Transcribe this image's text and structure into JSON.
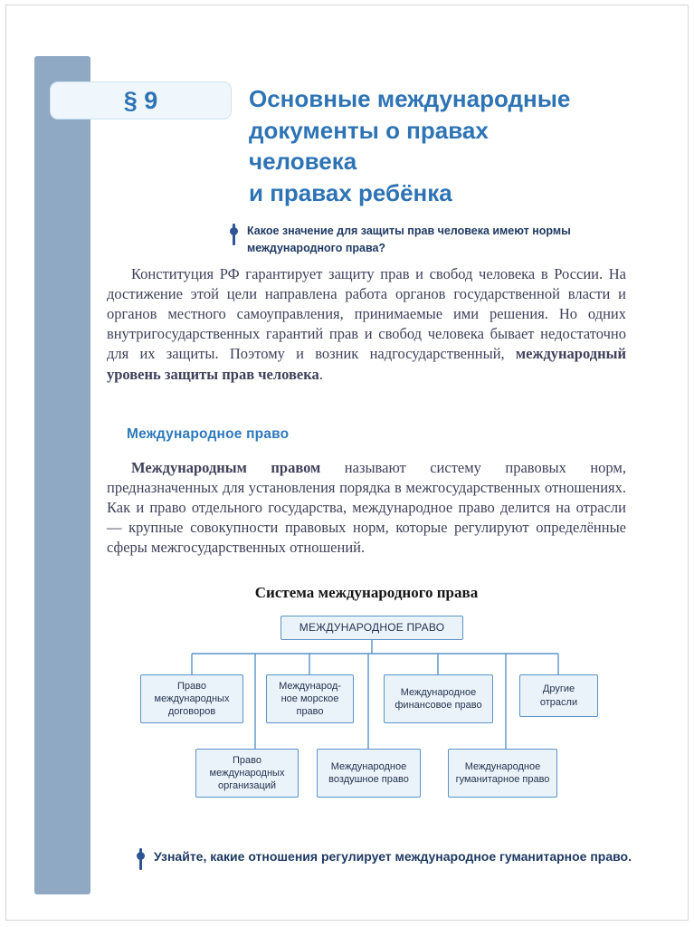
{
  "header": {
    "section_label": "§ 9",
    "title": "Основные международные\nдокументы о правах\nчеловека\nи правах ребёнка"
  },
  "questions": [
    {
      "text": "Какое значение для защиты прав человека имеют нормы международного права?"
    },
    {
      "text": "Узнайте, какие отношения регулирует международное гуманитарное право."
    }
  ],
  "paragraphs": {
    "p1_normal": "Конституция РФ гарантирует защиту прав и свобод человека в России. На достижение этой цели направлена работа органов государственной власти и органов местного самоуправления, принимаемые ими решения. Но одних внутригосударственных гарантий прав и свобод человека бывает недостаточно для их защиты. Поэтому и возник надгосударственный, ",
    "p1_bold": "международный уровень защиты прав человека",
    "p1_tail": ".",
    "p2_bold": "Международным правом",
    "p2_rest": " называют систему правовых норм, предназначенных для установления порядка в межгосударственных отношениях. Как и право отдельного государства, международное право делится на отрасли — крупные совокупности правовых норм, которые регулируют определённые сферы межгосударственных отношений."
  },
  "subheading": "Международное право",
  "diagram": {
    "title": "Система международного права",
    "root": "МЕЖДУНАРОДНОЕ ПРАВО",
    "branches_row1": [
      "Право международных договоров",
      "Международ-ное морское право",
      "Международное финансовое право",
      "Другие отрасли"
    ],
    "branches_row2": [
      "Право международных организаций",
      "Международное воздушное право",
      "Международное гуманитарное право"
    ]
  },
  "colors": {
    "accent_blue": "#2E74B5",
    "bar_blue": "#8FA8C4",
    "box_fill": "#EBF3FA",
    "box_border": "#5A93C8",
    "pin_blue": "#2F5496"
  }
}
